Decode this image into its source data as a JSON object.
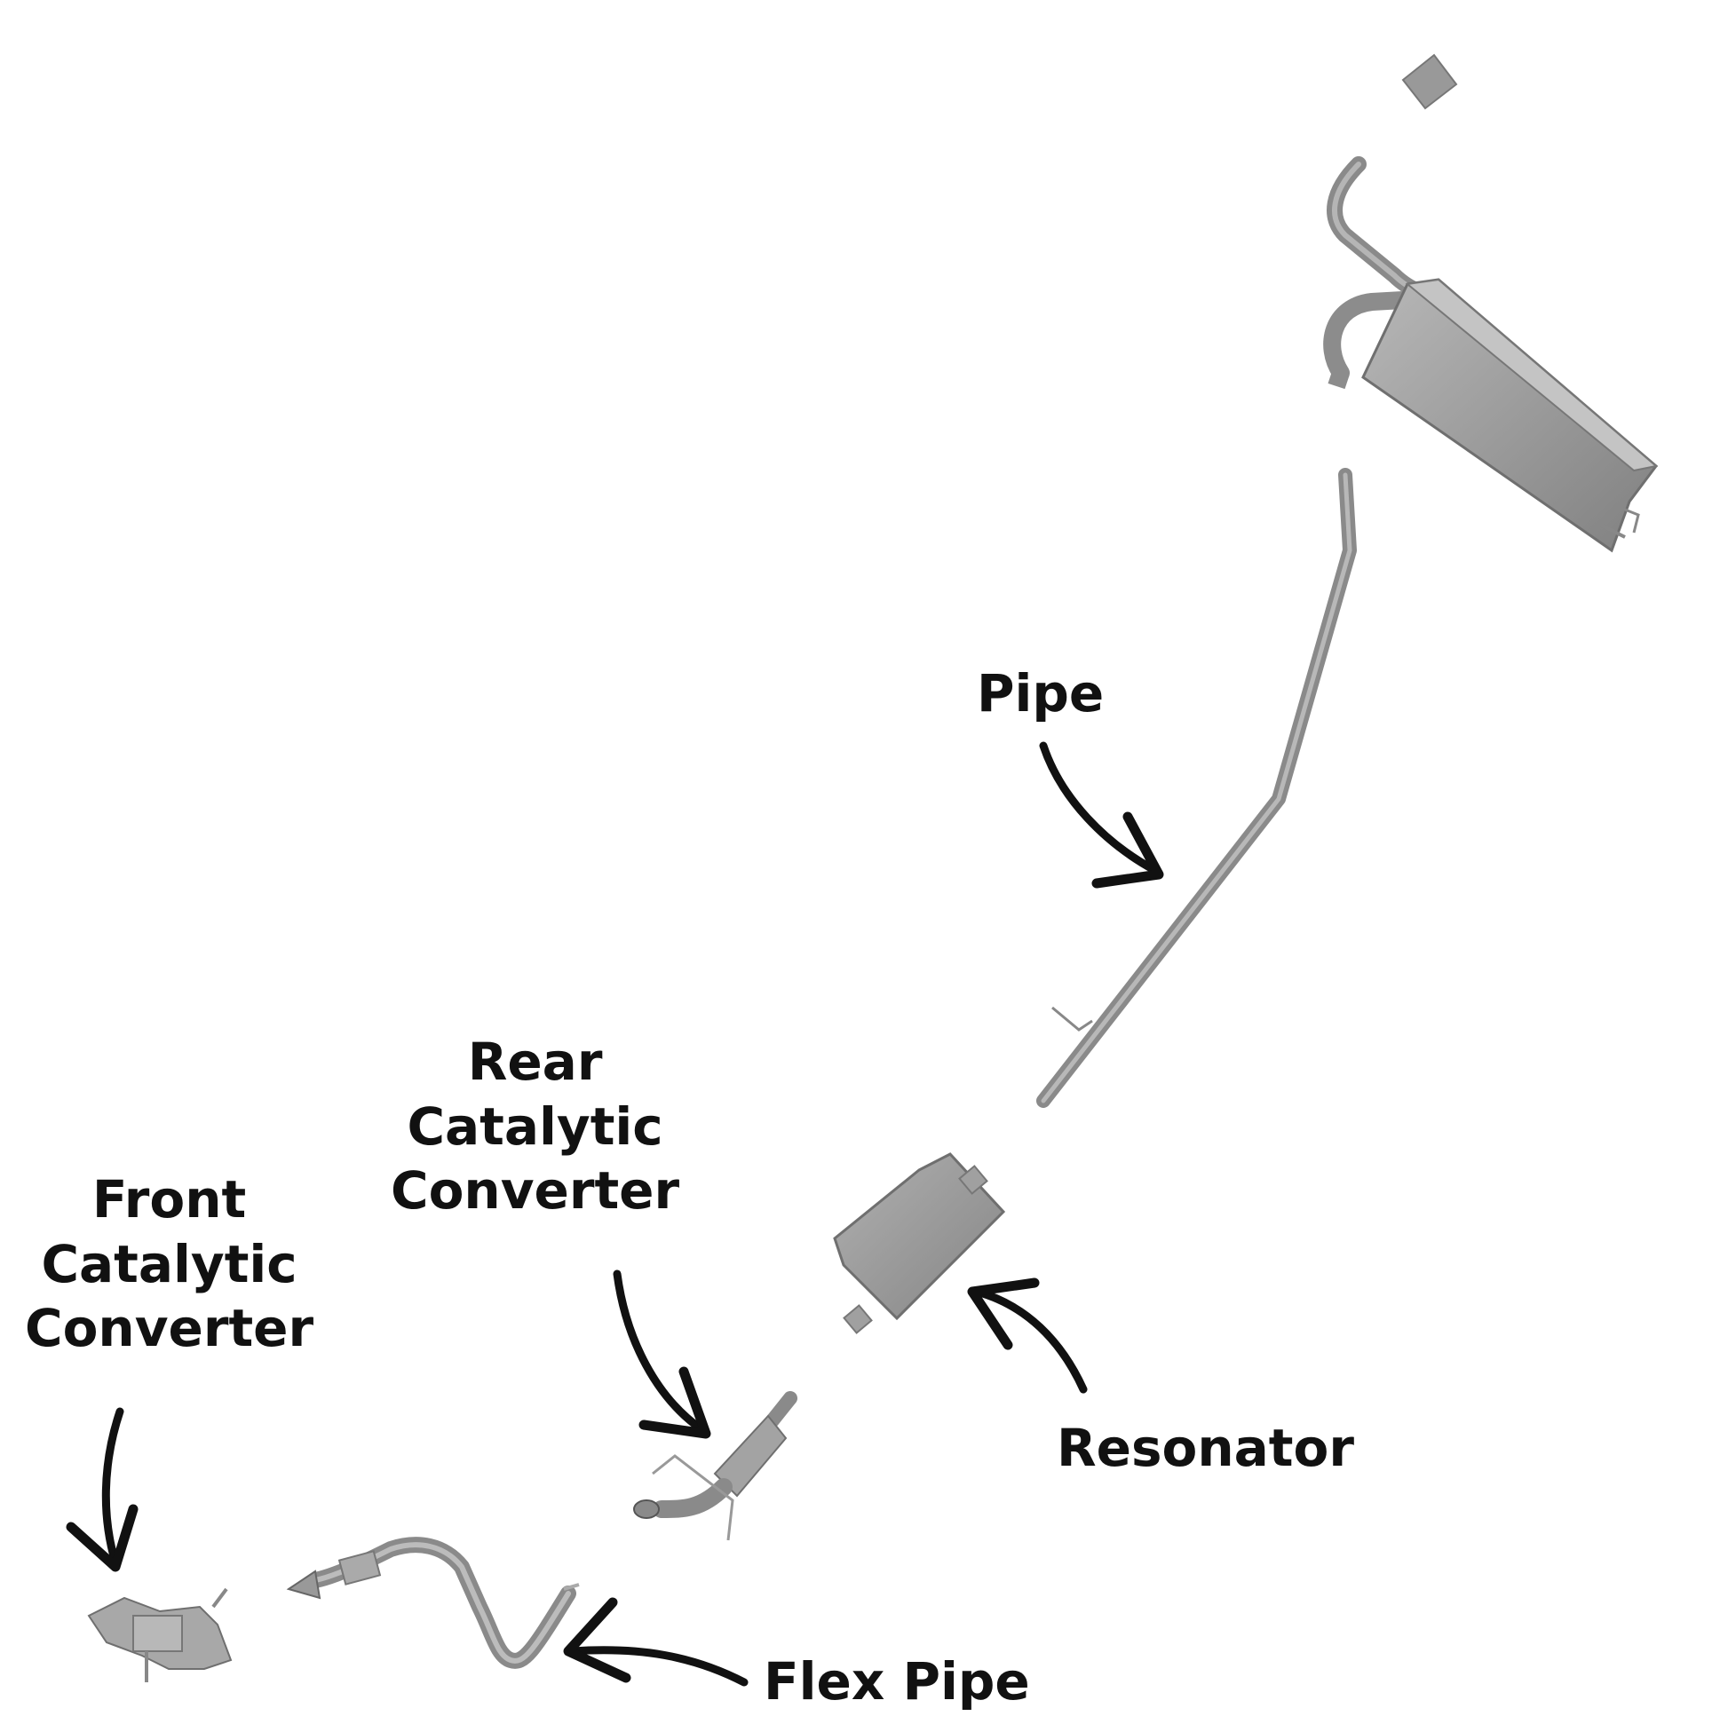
{
  "labels": {
    "pipe": "Pipe",
    "rear_cat": [
      "Rear",
      "Catalytic",
      "Converter"
    ],
    "front_cat": [
      "Front",
      "Catalytic",
      "Converter"
    ],
    "resonator": "Resonator",
    "flex_pipe": "Flex Pipe"
  },
  "colors": {
    "part_fill": "#9a9a9a",
    "part_dark": "#7a7a7a",
    "part_light": "#bdbdbd",
    "text": "#111111",
    "arrow": "#111111"
  }
}
